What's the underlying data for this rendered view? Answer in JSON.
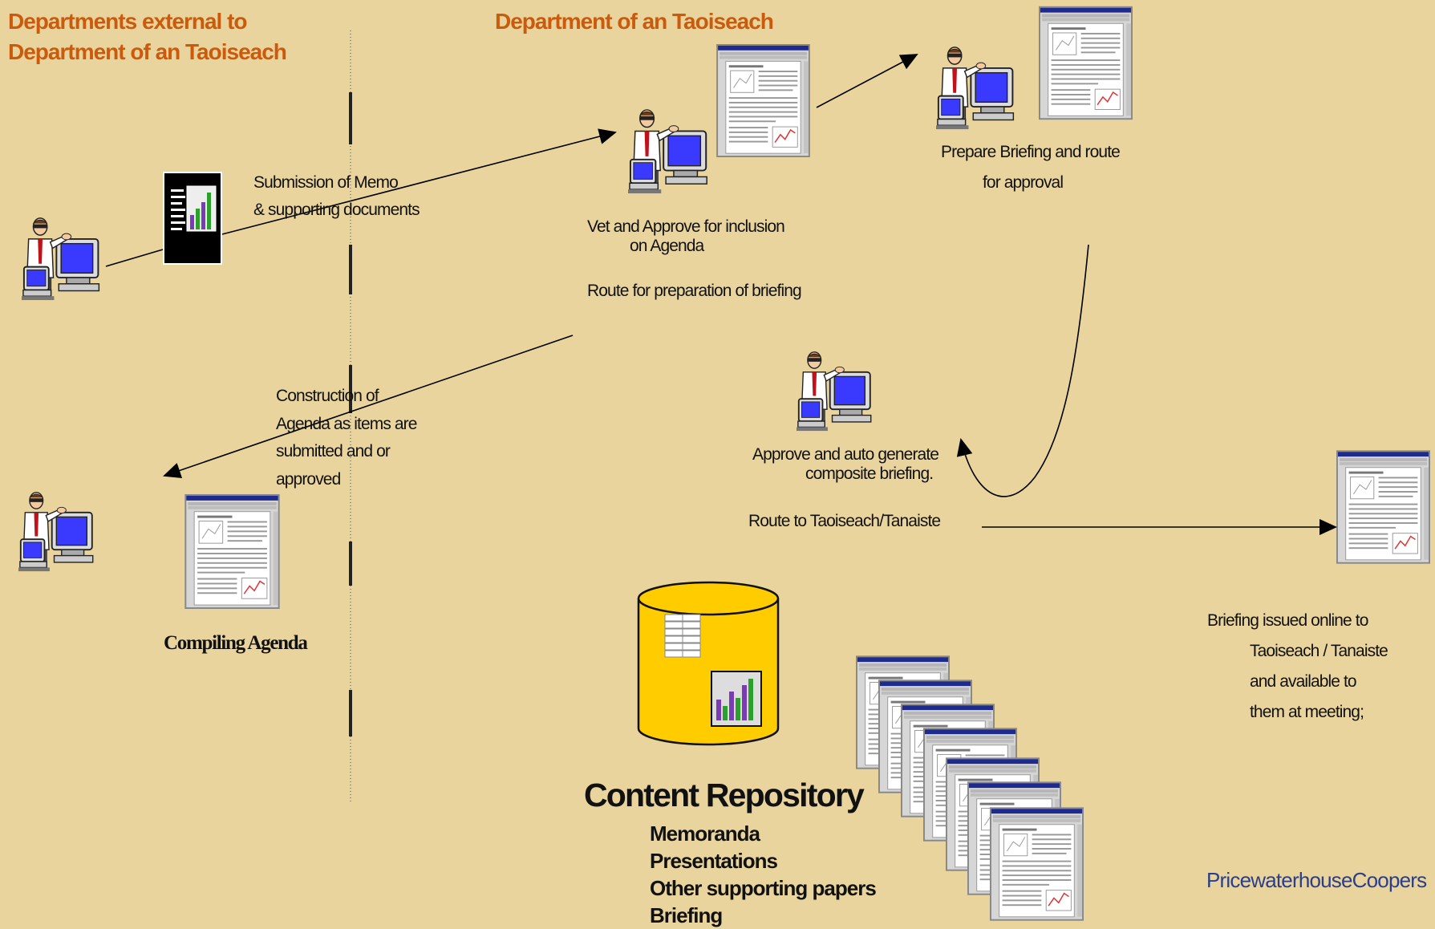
{
  "headers": {
    "external": [
      "Departments external to",
      "Department of an Taoiseach"
    ],
    "internal": "Department of an Taoiseach"
  },
  "labels": {
    "submission": [
      "Submission of Memo",
      "& supporting documents"
    ],
    "vet": [
      "Vet and Approve for inclusion",
      "on Agenda"
    ],
    "route_prep": "Route for  preparation of briefing",
    "prepare": [
      "Prepare Briefing and route",
      "for approval"
    ],
    "construction": [
      "Construction of",
      "Agenda  as items are",
      "submitted and or",
      "approved"
    ],
    "approve": [
      "Approve and auto generate",
      "composite briefing."
    ],
    "route_taoiseach": "Route to Taoiseach/Tanaiste",
    "compiling": "Compiling Agenda",
    "issued": [
      "Briefing issued online to",
      "Taoiseach / Tanaiste",
      "and available to",
      "them at meeting;"
    ]
  },
  "repository": {
    "title": "Content Repository",
    "items": [
      "Memoranda",
      "Presentations",
      "Other supporting papers",
      "Briefing"
    ]
  },
  "footer": {
    "brand": "PricewaterhouseCoopers"
  },
  "colors": {
    "background": "#e8d49c",
    "header": "#cc5a0c",
    "brand": "#2b3e8c",
    "screen": "#3a3aff",
    "cylinder": "#ffcc00"
  }
}
